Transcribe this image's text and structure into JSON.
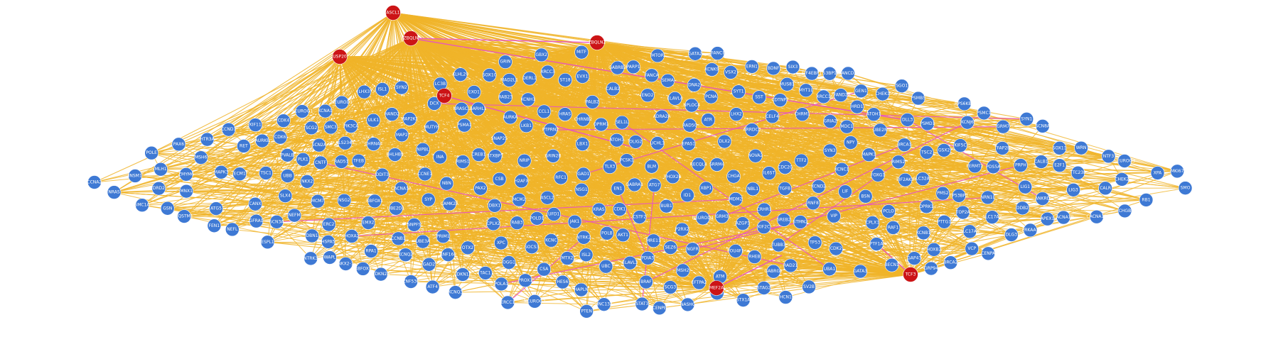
{
  "network": {
    "colors": {
      "background": "#ffffff",
      "node_blue": "#3e79d4",
      "node_red": "#cc1416",
      "edge_gold": "#f0b429",
      "edge_pink": "#e84dcc",
      "label": "#ffffff"
    },
    "hubs": [
      {
        "id": "ASCL1",
        "label": "ASCL1",
        "color": "red"
      },
      {
        "id": "ZBQLN",
        "label": "ZBQLN",
        "color": "red"
      },
      {
        "id": "ZBQLN2",
        "label": "ZBQLN2",
        "color": "red"
      },
      {
        "id": "USP20",
        "label": "USP20",
        "color": "red"
      },
      {
        "id": "TCF4",
        "label": "TCF4",
        "color": "red"
      },
      {
        "id": "TCF3",
        "label": "TCF3",
        "color": "red"
      },
      {
        "id": "MEF2A",
        "label": "MEF2A",
        "color": "red"
      }
    ],
    "labels": [
      "SCG3",
      "NBL1",
      "TTF2",
      "ALS2345",
      "CDTNP2",
      "ECM1",
      "CSTF2",
      "BHLHB9",
      "KLHL20",
      "AZGP1",
      "CRHR1",
      "EFTPA2",
      "EPAS1",
      "NASHC",
      "SMO",
      "GSN",
      "FERMT2",
      "NRN1L",
      "SREB2",
      "ZFAND2A",
      "HAPLN",
      "ANKRD",
      "RAB23",
      "NRIP",
      "SEZ6",
      "PTPRN2",
      "ID1",
      "TTC23L",
      "NRASCL",
      "MTX2",
      "SNPFS",
      "CCL1",
      "ZMYM6",
      "ARRDC3",
      "DBN1",
      "RAB3",
      "GRIN",
      "KCNC",
      "DLG3",
      "SV2B",
      "TGFB",
      "SEMA",
      "NEUROD1",
      "NEUROD4",
      "ISL1",
      "NKX2",
      "HES6",
      "DLL3",
      "INSM1",
      "PROX1",
      "GAP43",
      "NEFL",
      "STMN2",
      "SYP",
      "ELAVL4",
      "CHGA",
      "CHGB",
      "SCG2",
      "SCG5",
      "PCSK1",
      "TAC1",
      "VIP",
      "NPY",
      "SST",
      "CALB2",
      "CALB1",
      "PVALB",
      "GAD1",
      "GAD2",
      "SLC32A1",
      "SLC17A6",
      "SLC17A7",
      "GRIA2",
      "GRIN2B",
      "CAMK2A",
      "SNAP25",
      "SYT1",
      "RBFOX3",
      "MAP2",
      "TUBB3",
      "DCX",
      "SOX11",
      "ASCL2",
      "ATOH1",
      "OLIG2",
      "SOX10",
      "PAX6",
      "FOXG1",
      "EMX2",
      "LHX2",
      "DLX2",
      "GSX2",
      "NKX2-1",
      "SIX3",
      "OTX2",
      "EN1",
      "GBX2",
      "HOXA2",
      "HOXB2",
      "PHOX2B",
      "HAND2",
      "GATA2",
      "GATA3",
      "TFAP2B",
      "ISL2",
      "MNX1",
      "LHX3",
      "VSX2",
      "EVX1",
      "DBX1",
      "PAX2",
      "LBX1",
      "TLX3",
      "PTF1A",
      "BARHL1",
      "ATOH7",
      "POU4F1",
      "NEUROG1",
      "NEUROG2",
      "NEUROG3",
      "MYT1L",
      "ST18",
      "ZNF536",
      "CELF4",
      "SRRM4",
      "NOVA2",
      "ELAVL3",
      "RBFOX1",
      "KIF5C",
      "NEFM",
      "INA",
      "PRPH",
      "UCHL1",
      "ENO2",
      "NSG1",
      "NSG2",
      "SYN1",
      "SYN2",
      "SYN3",
      "CPLX1",
      "CPLX2",
      "STX1A",
      "STXBP1",
      "RIMS1",
      "RIMS2",
      "UNC13A",
      "BSN",
      "PCLO",
      "ERC2",
      "CACNA1A",
      "CACNA1B",
      "CACNA1E",
      "KCNQ2",
      "KCNQ3",
      "SCN2A",
      "SCN3A",
      "SCN8A",
      "HCN1",
      "KCNA1",
      "KCNB1",
      "KCNC1",
      "KCND2",
      "KCNH1",
      "KCNJ6",
      "KCNK9",
      "GABRA1",
      "GABRB2",
      "GABRG2",
      "CHRNA4",
      "CHRNB2",
      "HTR3A",
      "P2RX2",
      "GRM3",
      "GRM7",
      "DRD2",
      "CHRM1",
      "ADRA2A",
      "OPRK1",
      "OPRM1",
      "NTRK2",
      "NTRK3",
      "RET",
      "GFRA1",
      "NGFR",
      "BDNF",
      "NTF3",
      "CNTF",
      "LIF",
      "IL6ST",
      "JAK1",
      "STAT3",
      "SOCS3",
      "MAPK1",
      "MAPK3",
      "MAP2K1",
      "RAF1",
      "BRAF",
      "KRAS",
      "NRAS",
      "HRAS",
      "PIK3CA",
      "AKT1",
      "MTOR",
      "RPS6KB1",
      "EIF4EBP1",
      "PTEN",
      "TSC1",
      "TSC2",
      "RHEB",
      "LKB1",
      "PRKAA1",
      "ULK1",
      "BECN1",
      "ATG5",
      "ATG7",
      "LC3B",
      "SQSTM1",
      "TFEB",
      "MITF",
      "CREB1",
      "ATF4",
      "DDIT3",
      "XBP1",
      "ERN1",
      "EIF2AK3",
      "HSPA5",
      "CALR",
      "CANX",
      "PDIA3",
      "GRP94",
      "SEL1L",
      "HRD1",
      "DERL1",
      "VCP",
      "UFD1",
      "NPLOC4",
      "PSMA1",
      "PSMB5",
      "PSMC1",
      "PSMD1",
      "UBB",
      "UBC",
      "UBA1",
      "UBE2D1",
      "UBE2N",
      "UBE3A",
      "MDM2",
      "TP53",
      "CDKN1A",
      "CDKN2A",
      "RB1",
      "E2F1",
      "CCND1",
      "CDK4",
      "CDK6",
      "CCNE1",
      "CDK2",
      "CCNA2",
      "CCNB1",
      "CDK1",
      "PLK1",
      "AURKA",
      "AURKB",
      "BUB1",
      "MAD2L1",
      "CDC20",
      "ESPL1",
      "PTTG1",
      "SMC1A",
      "SMC3",
      "RAD21",
      "STAG2",
      "NIPBL",
      "WAPL",
      "PDS5A",
      "SGO1",
      "CENPA",
      "CENPE",
      "KIF11",
      "KIF2C",
      "TOP2A",
      "MKI67",
      "PCNA",
      "MCM2",
      "MCM7",
      "POLA1",
      "POLD1",
      "POLE",
      "RFC1",
      "RPA1",
      "PRIM1",
      "LIG1",
      "FEN1",
      "DNA2",
      "BLM",
      "WRN",
      "RECQL4",
      "BRCA1",
      "BRCA2",
      "PALB2",
      "RAD51",
      "XRCC3",
      "MRE11",
      "RAD50",
      "NBN",
      "ATM",
      "ATR",
      "CHEK1",
      "CHEK2",
      "TP53BP1",
      "H2AFX",
      "MDC1",
      "RNF8",
      "RNF168",
      "53BP1",
      "PARP1",
      "XRCC1",
      "LIG3",
      "POLB",
      "APEX1",
      "OGG1",
      "MUTYH",
      "MSH2",
      "MSH6",
      "MLH1",
      "PMS2",
      "EXO1",
      "ERCC1",
      "XPA",
      "XPC",
      "DDB2",
      "CSA",
      "CSB",
      "FANCA",
      "FANCD2",
      "FANCI",
      "SLX4",
      "MUS81",
      "GEN1"
    ]
  }
}
